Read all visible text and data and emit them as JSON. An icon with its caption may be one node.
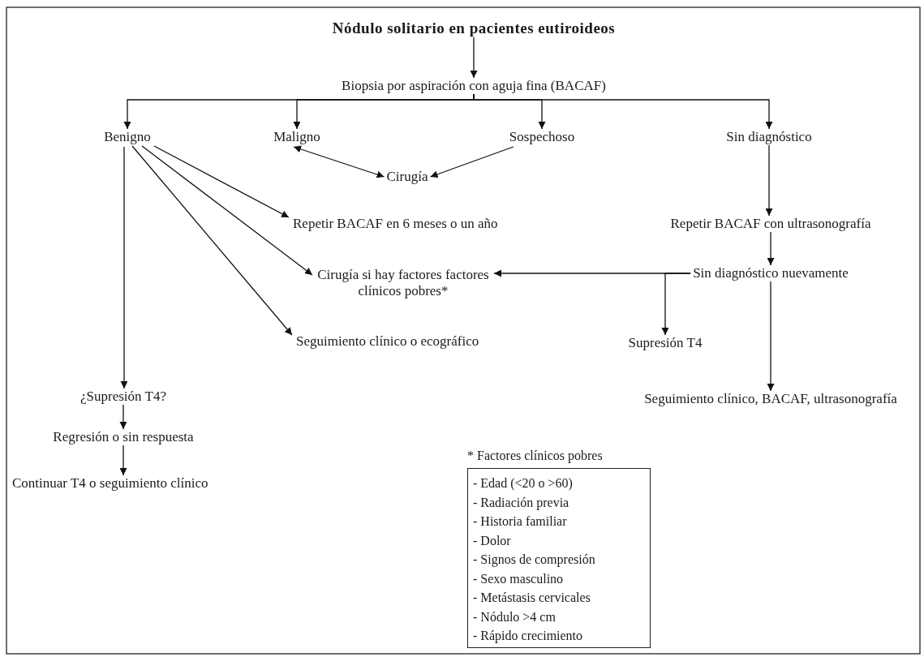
{
  "diagram": {
    "nodes": [
      {
        "text": [
          "Nódulo solitario en pacientes eutiroideos"
        ]
      },
      {
        "text": [
          "Biopsia por aspiración con aguja fina (BACAF)"
        ]
      },
      {
        "text": [
          "Benigno"
        ]
      },
      {
        "text": [
          "Maligno"
        ]
      },
      {
        "text": [
          "Sospechoso"
        ]
      },
      {
        "text": [
          "Sin diagnóstico"
        ]
      },
      {
        "text": [
          "Cirugía"
        ]
      },
      {
        "text": [
          "Repetir BACAF en 6 meses o un año"
        ]
      },
      {
        "text": [
          "Cirugía si hay factores factores clínicos pobres*"
        ]
      },
      {
        "text": [
          "Seguimiento clínico o ecográfico"
        ]
      },
      {
        "text": [
          "Repetir BACAF con ultrasonografía"
        ]
      },
      {
        "text": [
          "Sin diagnóstico nuevamente"
        ]
      },
      {
        "text": [
          "Supresión T4"
        ]
      },
      {
        "text": [
          "Seguimiento clínico, BACAF, ultrasonografía"
        ]
      },
      {
        "text": [
          "¿Supresión T4?"
        ]
      },
      {
        "text": [
          "Regresión o sin respuesta"
        ]
      },
      {
        "text": [
          "Continuar T4 o seguimiento clínico"
        ]
      },
      {
        "text": [
          "* Factores clínicos pobres",
          "- Edad (<20 o >60)",
          "- Radiación previa",
          "- Historia familiar",
          "- Dolor",
          "- Signos de compresión",
          "- Sexo masculino",
          "- Metástasis cervicales",
          "- Nódulo >4 cm",
          "- Rápido crecimiento"
        ]
      }
    ],
    "edges": [
      {
        "from": 0,
        "to": 1,
        "arrow": "to"
      },
      {
        "from": 1,
        "to": 2,
        "arrow": "to"
      },
      {
        "from": 1,
        "to": 3,
        "arrow": "to"
      },
      {
        "from": 1,
        "to": 4,
        "arrow": "to"
      },
      {
        "from": 1,
        "to": 5,
        "arrow": "to"
      },
      {
        "from": 3,
        "to": 6,
        "arrow": "both"
      },
      {
        "from": 4,
        "to": 6,
        "arrow": "to"
      },
      {
        "from": 2,
        "to": 7,
        "arrow": "to"
      },
      {
        "from": 2,
        "to": 8,
        "arrow": "to"
      },
      {
        "from": 2,
        "to": 9,
        "arrow": "to"
      },
      {
        "from": 2,
        "to": 14,
        "arrow": "to"
      },
      {
        "from": 5,
        "to": 10,
        "arrow": "to"
      },
      {
        "from": 10,
        "to": 11,
        "arrow": "to"
      },
      {
        "from": 11,
        "to": 8,
        "arrow": "to"
      },
      {
        "from": 11,
        "to": 12,
        "arrow": "to"
      },
      {
        "from": 11,
        "to": 13,
        "arrow": "to"
      },
      {
        "from": 14,
        "to": 15,
        "arrow": "to"
      },
      {
        "from": 15,
        "to": 16,
        "arrow": "to"
      }
    ]
  }
}
